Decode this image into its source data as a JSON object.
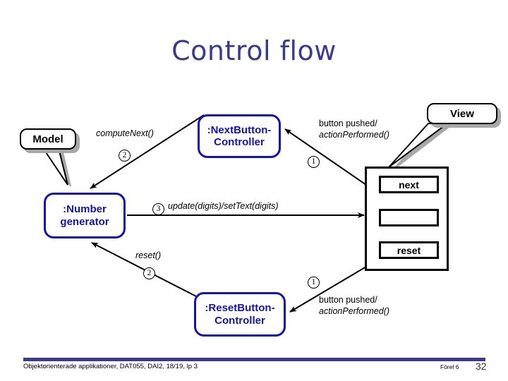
{
  "slide": {
    "title": "Control flow",
    "accent_color": "#3b3b8c",
    "uml_color": "#1414a8"
  },
  "callouts": {
    "model": "Model",
    "view": "View"
  },
  "objects": {
    "next_button_controller": ":NextButton-Controller",
    "number_generator": ":Number generator",
    "reset_button_controller": ":ResetButton-Controller"
  },
  "view_panel": {
    "next_label": "next",
    "display_value": "",
    "reset_label": "reset"
  },
  "edges": {
    "compute_next": "computeNext()",
    "button_pushed_top_line1": "button pushed/",
    "button_pushed_top_line2": "actionPerformed()",
    "update_digits": "update(digits)/setText(digits)",
    "reset_call": "reset()",
    "button_pushed_bottom_line1": "button pushed/",
    "button_pushed_bottom_line2": "actionPerformed()"
  },
  "sequence_numbers": {
    "compute_next": "2",
    "next_pressed": "1",
    "update": "3",
    "reset_call": "2",
    "reset_pressed": "1"
  },
  "footer": {
    "course": "Objektorienterade applikationer, DAT055, DAI2, 18/19, lp 3",
    "lecture": "Förel 6",
    "page": "32"
  }
}
